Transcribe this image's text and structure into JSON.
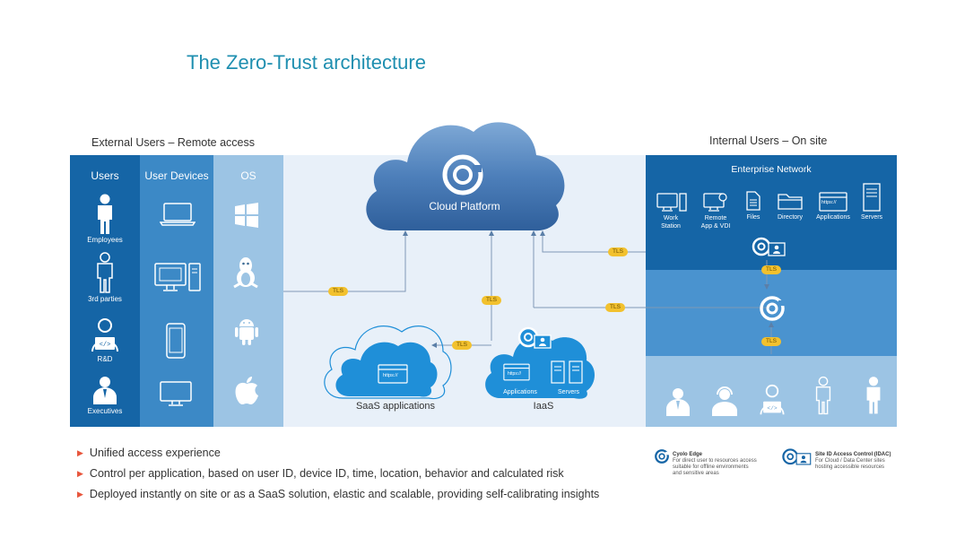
{
  "title": "The Zero-Trust architecture",
  "external": {
    "heading": "External Users – Remote access",
    "columns": {
      "users": "Users",
      "devices": "User Devices",
      "os": "OS"
    },
    "users": [
      {
        "label": "Employees",
        "icon": "person-icon"
      },
      {
        "label": "3rd parties",
        "icon": "person-outline-icon"
      },
      {
        "label": "R&D",
        "icon": "developer-icon"
      },
      {
        "label": "Executives",
        "icon": "executive-icon"
      }
    ],
    "devices": [
      "laptop-icon",
      "desktop-icon",
      "mobile-icon",
      "monitor-icon"
    ],
    "os": [
      "windows-icon",
      "linux-icon",
      "android-icon",
      "apple-icon"
    ]
  },
  "cloud": {
    "label": "Cloud Platform"
  },
  "tls": "TLS",
  "saas": {
    "label": "SaaS applications",
    "url": "https://"
  },
  "iaas": {
    "label": "IaaS",
    "apps": "Applications",
    "servers": "Servers",
    "url": "https://"
  },
  "internal": {
    "heading": "Internal  Users – On site",
    "network": "Enterprise Network",
    "resources": [
      {
        "label": "Work\nStation"
      },
      {
        "label": "Remote\nApp & VDI"
      },
      {
        "label": "Files"
      },
      {
        "label": "Directory"
      },
      {
        "label": "Applications"
      },
      {
        "label": "Servers"
      }
    ],
    "url": "https://"
  },
  "bullets": [
    "Unified access experience",
    "Control per application, based on user ID, device ID, time, location, behavior and calculated risk",
    "Deployed instantly  on site or as a SaaS solution, elastic and scalable, providing self-calibrating insights"
  ],
  "legend": {
    "edge_title": "Cyolo Edge",
    "edge_desc": [
      "For direct user to resources access",
      "suitable  for offline environments",
      "and sensitive areas"
    ],
    "idac_title": "Site ID Access  Control (IDAC)",
    "idac_desc": [
      "For Cloud / Data Center sites",
      "hosting accessible resources"
    ]
  },
  "colors": {
    "dark_blue": "#1565a6",
    "mid_blue": "#3c89c6",
    "light_blue": "#9cc4e4",
    "pale_bg": "#e8f0f9",
    "tls": "#f2c12e",
    "title": "#1f8fb0",
    "bullet": "#e8553c"
  }
}
